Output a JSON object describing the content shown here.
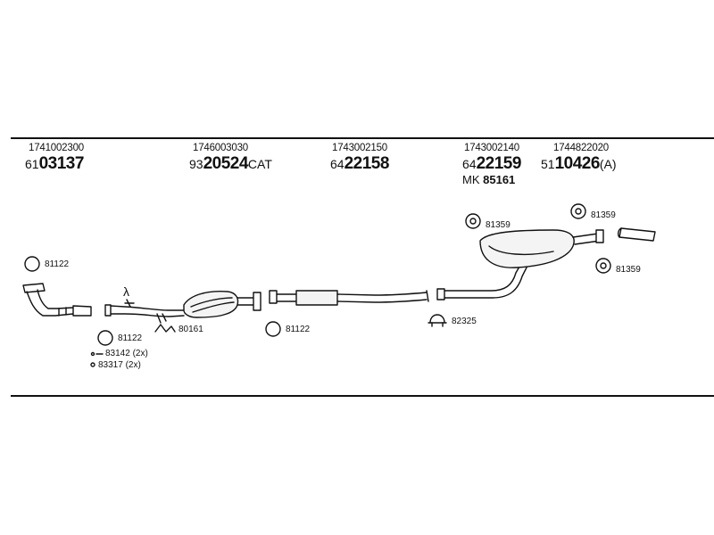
{
  "header_items": [
    {
      "oe": "1741002300",
      "prefix": "61",
      "number": "03137",
      "suffix": ""
    },
    {
      "oe": "1746003030",
      "prefix": "93",
      "number": "20524",
      "suffix": "CAT"
    },
    {
      "oe": "1743002150",
      "prefix": "64",
      "number": "22158",
      "suffix": ""
    },
    {
      "oe": "1743002140",
      "prefix": "64",
      "number": "22159",
      "suffix": ""
    },
    {
      "oe": "1744822020",
      "prefix": "51",
      "number": "10426",
      "suffix": "(A)"
    }
  ],
  "mk": {
    "prefix": "MK",
    "number": "85161"
  },
  "lambda": "λ",
  "labels": {
    "clamp_front": "81122",
    "clamp_cat": "81122",
    "clamp_mid": "81122",
    "hanger_cat": "80161",
    "bolt": "83142 (2x)",
    "nut": "83317 (2x)",
    "clamp_rear": "82325",
    "mount_left": "81359",
    "mount_top": "81359",
    "mount_right": "81359"
  }
}
